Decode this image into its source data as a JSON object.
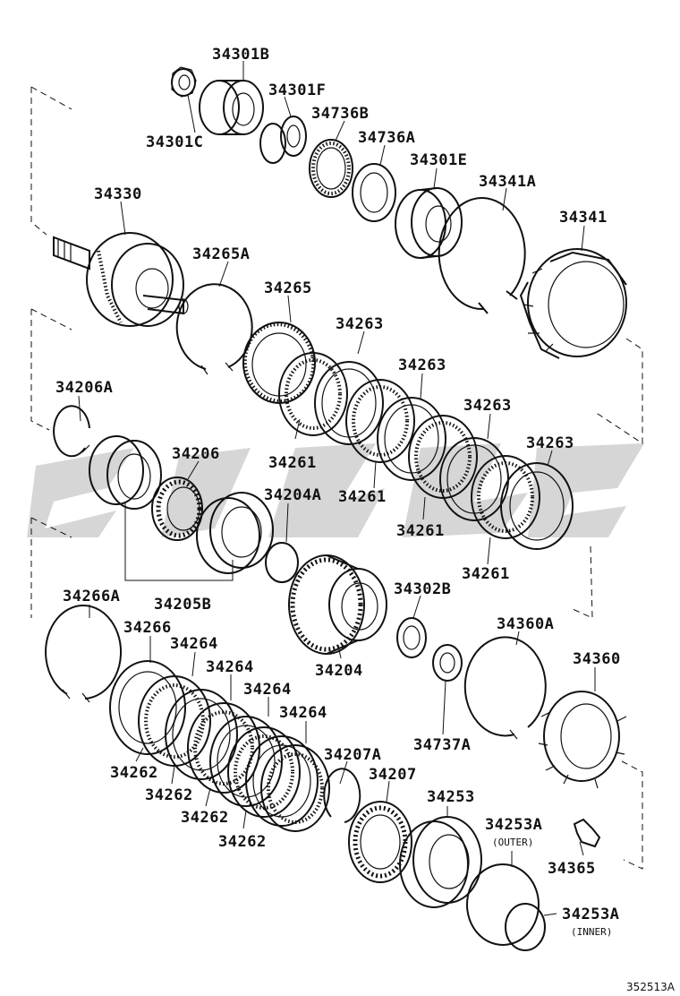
{
  "figure_id": "352513A",
  "colors": {
    "line": "#111111",
    "watermark": "#cfcfcf",
    "background": "#ffffff"
  },
  "part_labels": {
    "p34301B": "34301B",
    "p34301F": "34301F",
    "p34301C": "34301C",
    "p34736B": "34736B",
    "p34736A": "34736A",
    "p34301E": "34301E",
    "p34341A": "34341A",
    "p34330": "34330",
    "p34341": "34341",
    "p34265A": "34265A",
    "p34265": "34265",
    "p34263_1": "34263",
    "p34263_2": "34263",
    "p34263_3": "34263",
    "p34263_4": "34263",
    "p34206A": "34206A",
    "p34206": "34206",
    "p34261_1": "34261",
    "p34261_2": "34261",
    "p34261_3": "34261",
    "p34261_4": "34261",
    "p34204A": "34204A",
    "p34266A": "34266A",
    "p34205B": "34205B",
    "p34302B": "34302B",
    "p34360A": "34360A",
    "p34266": "34266",
    "p34264_1": "34264",
    "p34264_2": "34264",
    "p34264_3": "34264",
    "p34264_4": "34264",
    "p34204": "34204",
    "p34360": "34360",
    "p34737A": "34737A",
    "p34207A": "34207A",
    "p34207": "34207",
    "p34262_1": "34262",
    "p34262_2": "34262",
    "p34262_3": "34262",
    "p34262_4": "34262",
    "p34253": "34253",
    "p34253A_outer": "34253A",
    "p34253A_inner": "34253A",
    "p34365": "34365"
  },
  "notes": {
    "outer": "(OUTER)",
    "inner": "(INNER)"
  }
}
